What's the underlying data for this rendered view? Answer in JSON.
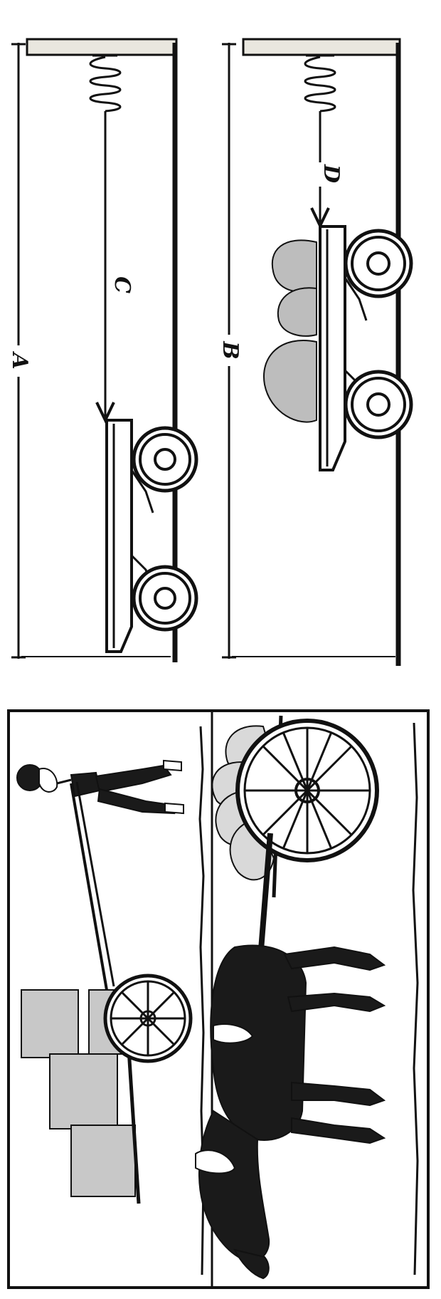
{
  "diagram": {
    "experiment_a": {
      "measure_label": "A",
      "force_label": "C"
    },
    "experiment_b": {
      "measure_label": "B",
      "force_label": "D"
    }
  }
}
